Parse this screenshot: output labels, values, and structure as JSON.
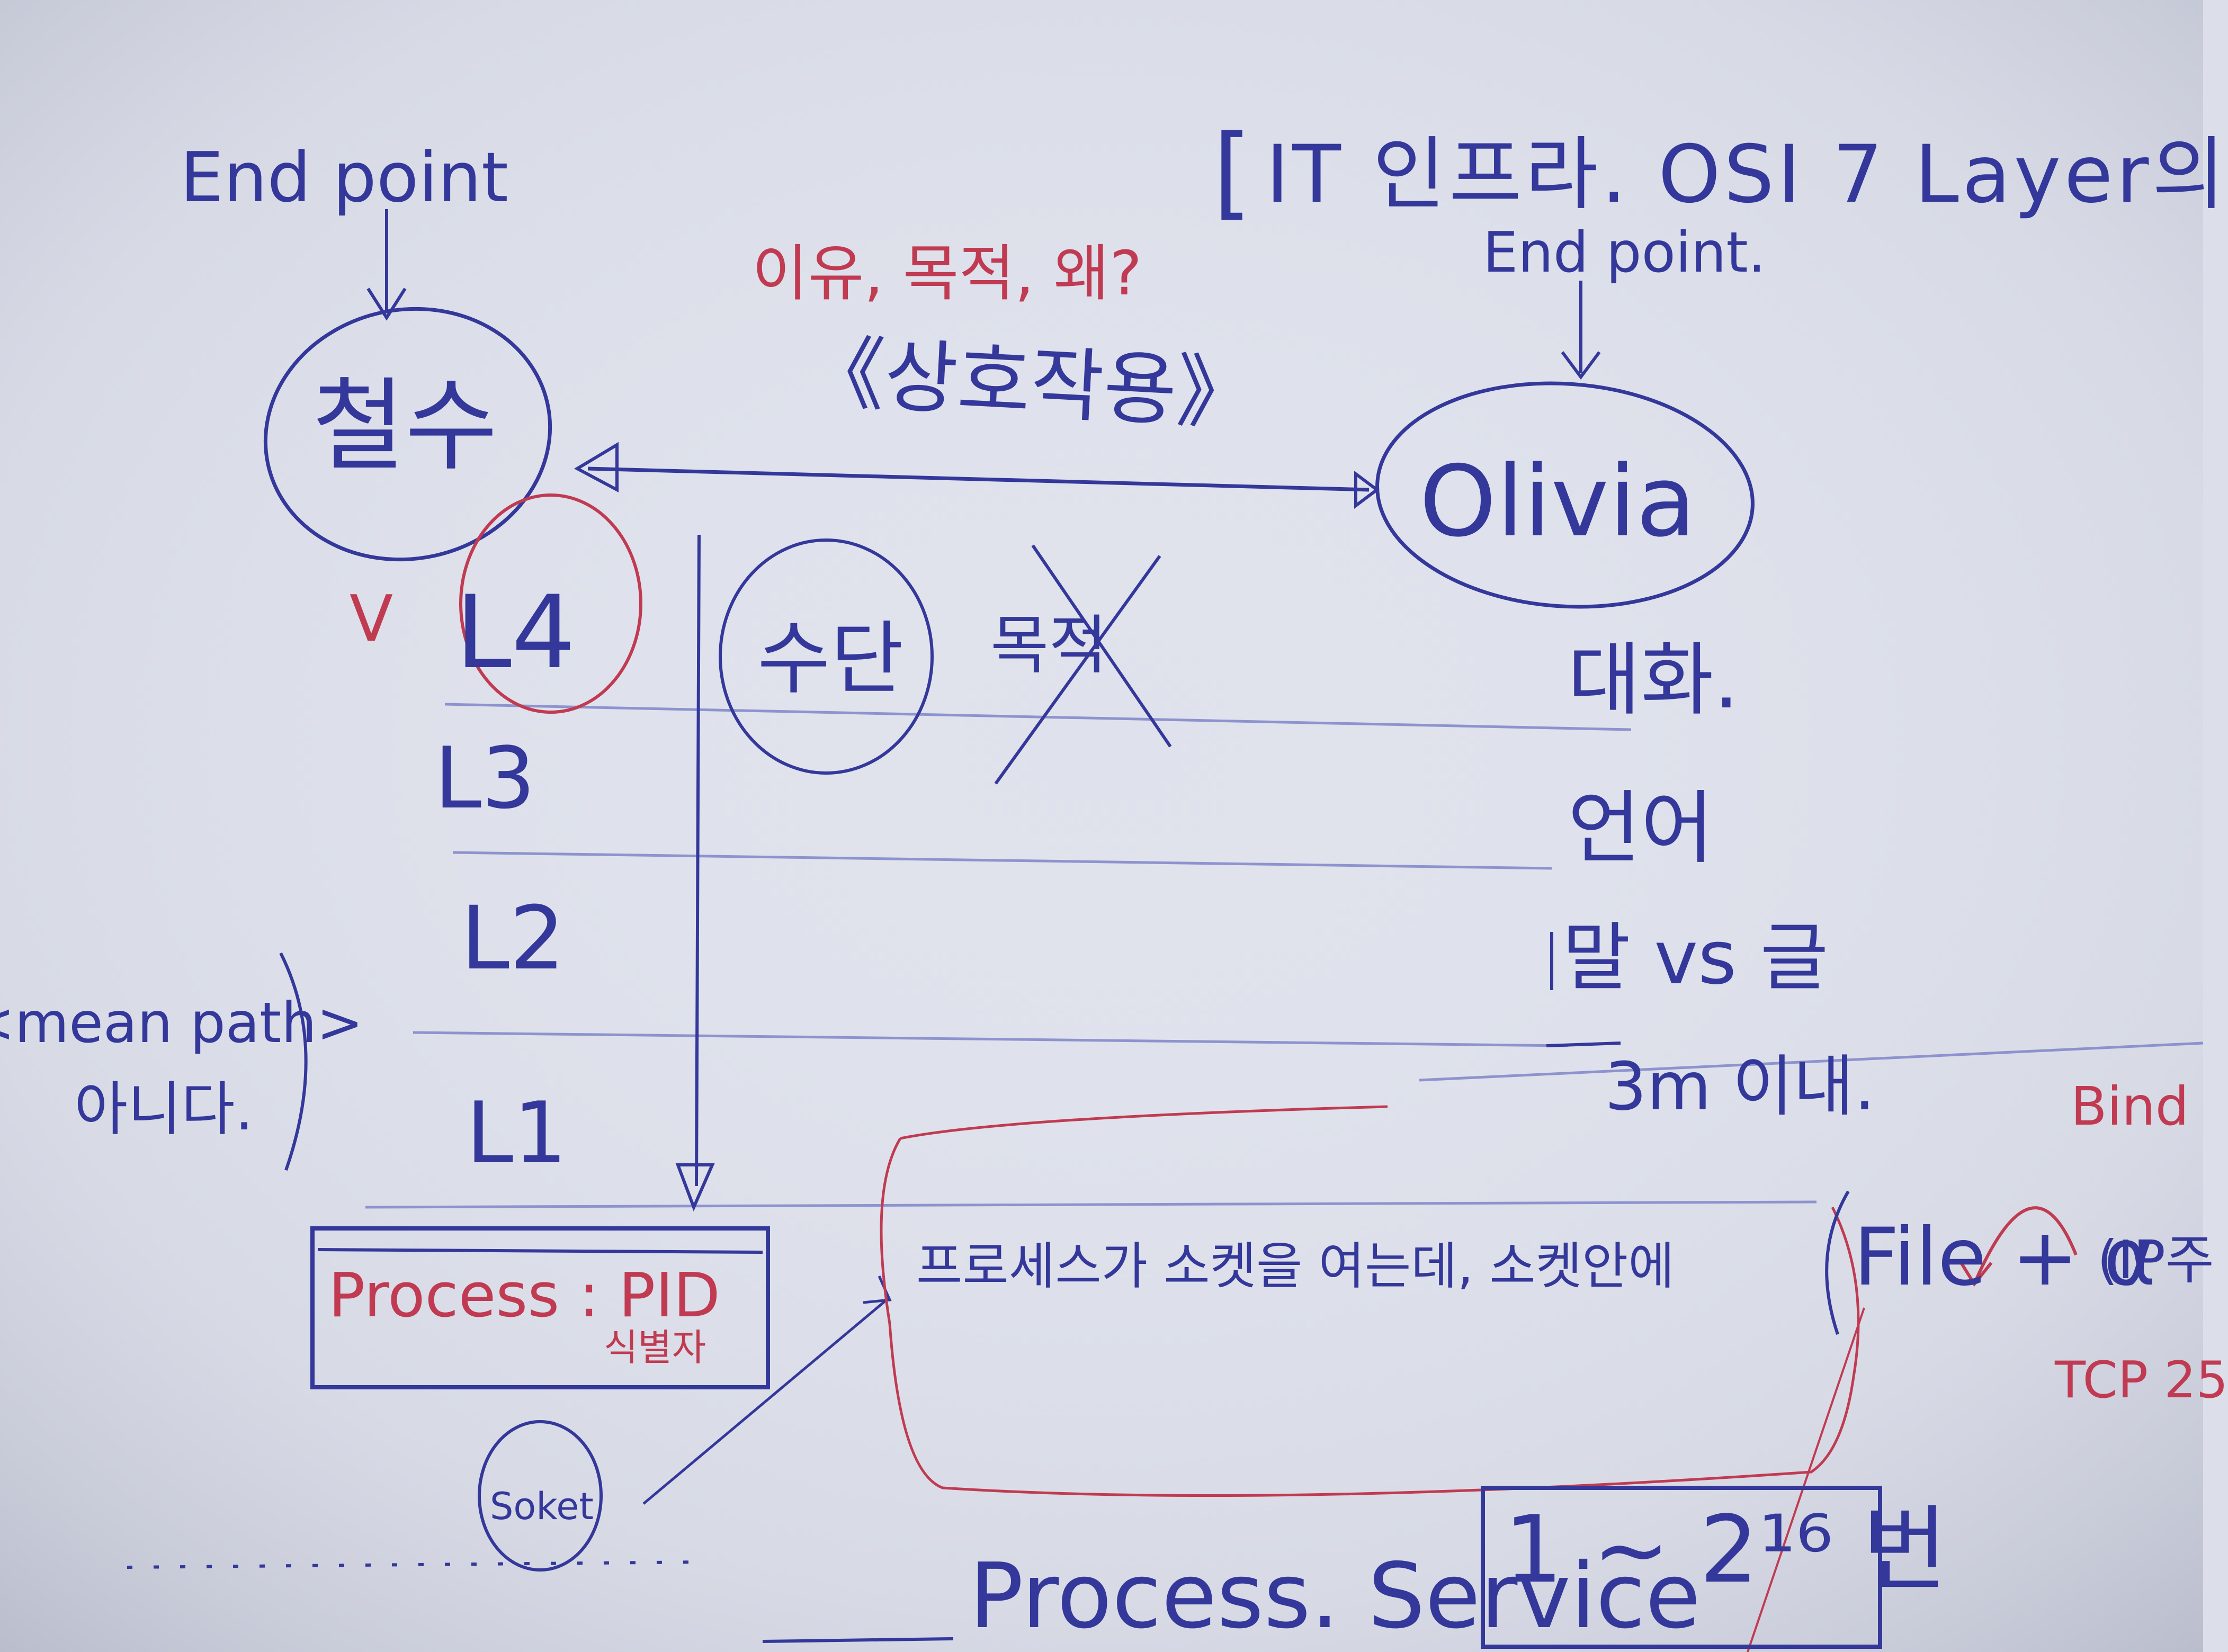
{
  "page": {
    "paper_color": "#dfe2ec",
    "ink_blue": "#34389a",
    "ink_red": "#c03b52",
    "ruled_line_color": "#7b80c8"
  },
  "header": {
    "bracket": "[",
    "title": "IT 인프라. OSI 7 Layer의"
  },
  "left_endpoint": {
    "label": "End point",
    "node_name": "철수"
  },
  "right_endpoint": {
    "label": "End point.",
    "node_name": "Olivia"
  },
  "interaction": {
    "reason_note": "이유, 목적, 왜?",
    "label": "《상호작용》"
  },
  "layers": {
    "check_mark": "V",
    "rows": [
      {
        "name": "L4",
        "meaning": "대화."
      },
      {
        "name": "L3",
        "meaning": "언어"
      },
      {
        "name": "L2",
        "meaning": "말 vs 글"
      },
      {
        "name": "L1",
        "meaning": "3m 이내."
      }
    ]
  },
  "middle": {
    "means": "수단",
    "purpose_crossed": "목적"
  },
  "left_note": {
    "line1": "<mean path>",
    "line2": "아니다."
  },
  "process_box": {
    "title": "Process : PID",
    "subtitle": "식별자"
  },
  "socket": {
    "label": "Soket"
  },
  "socket_note": {
    "text": "프로세스가 소켓을 여는데, 소켓안에",
    "file_part": "File + α",
    "ip_part": "(IP주",
    "bind_label": "Bind",
    "tcp_label": "TCP 25"
  },
  "bottom": {
    "process_service": "Process. Service",
    "port_range": "1 ~ 2¹⁶ 번"
  }
}
